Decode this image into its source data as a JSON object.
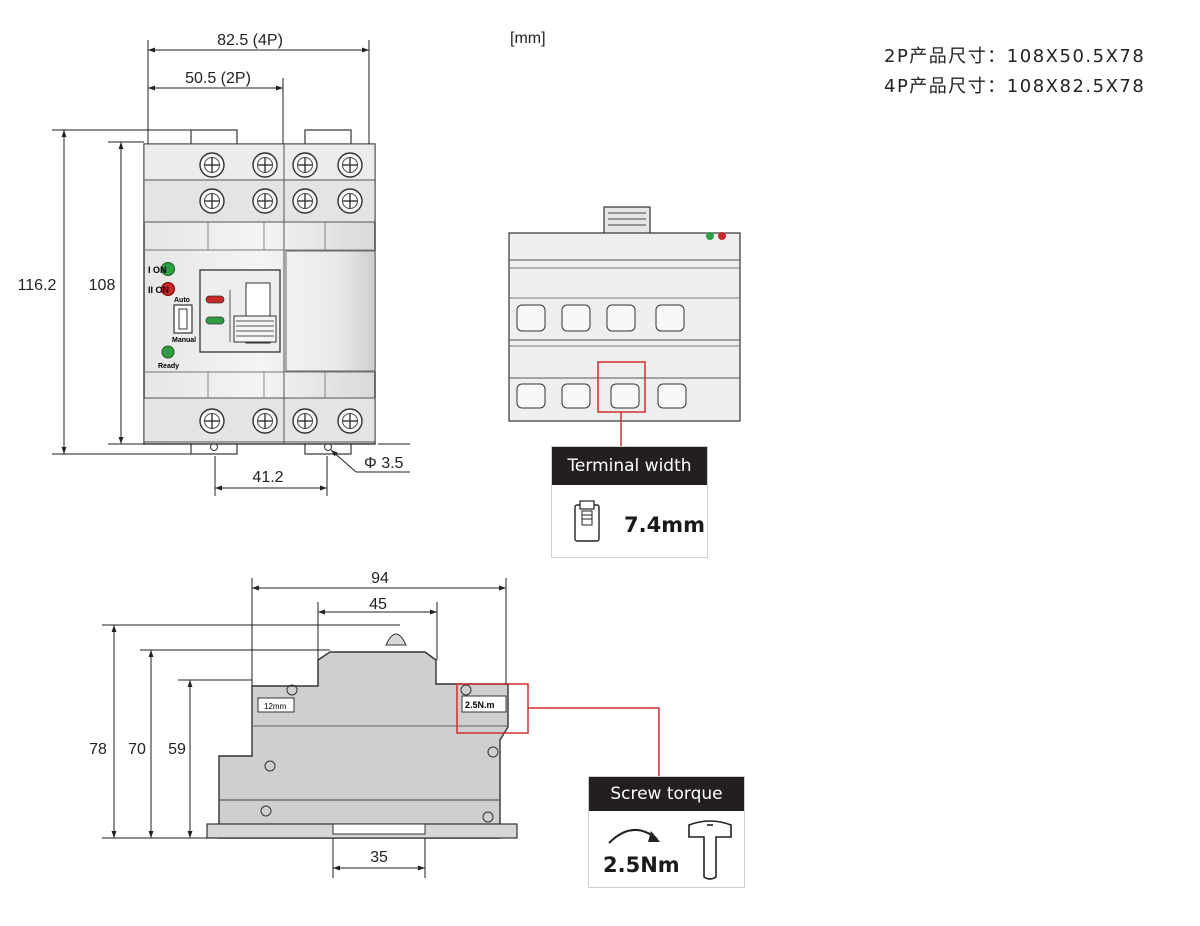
{
  "unit_label": "[mm]",
  "specs": {
    "two_pole": "2P产品尺寸：108X50.5X78",
    "four_pole": "4P产品尺寸：108X82.5X78"
  },
  "front_view": {
    "width_4p": "82.5 (4P)",
    "width_2p": "50.5 (2P)",
    "height_total": "116.2",
    "height_body": "108",
    "mount_spacing": "41.2",
    "hole_diameter": "Φ 3.5",
    "indicator_1": "I ON",
    "indicator_2": "II ON",
    "mode_auto": "Auto",
    "mode_manual": "Manual",
    "ready_label": "Ready",
    "indicator_colors": {
      "green": "#2e9e44",
      "red": "#c62828"
    }
  },
  "side_view": {
    "depth_total": "94",
    "depth_front": "45",
    "height_78": "78",
    "height_70": "70",
    "height_59": "59",
    "rail_width": "35",
    "strip_label": "12mm",
    "torque_mark": "2.5N.m"
  },
  "callouts": {
    "terminal": {
      "title": "Terminal width",
      "value": "7.4mm"
    },
    "torque": {
      "title": "Screw torque",
      "value": "2.5Nm"
    },
    "highlight_color": "#d32f2f"
  }
}
